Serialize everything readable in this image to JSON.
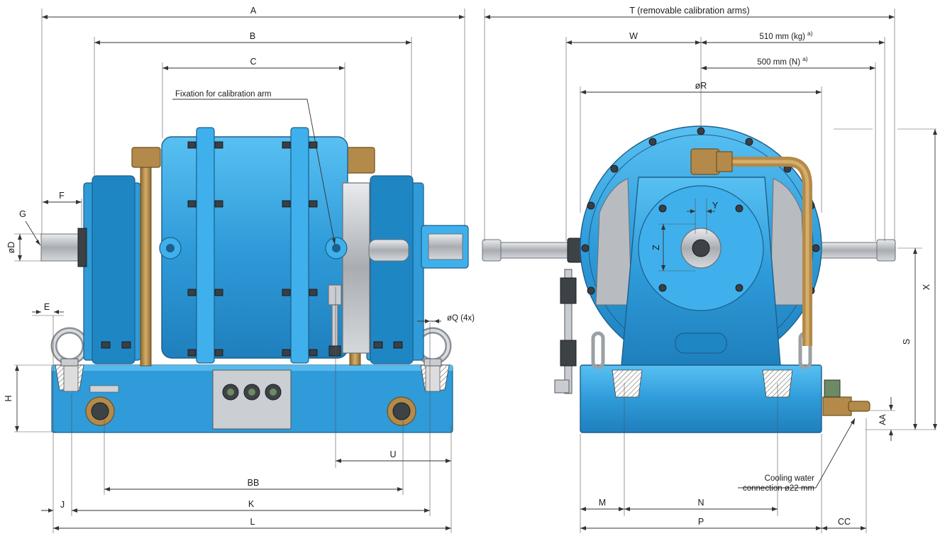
{
  "labels": {
    "a": "A",
    "b": "B",
    "c": "C",
    "fixation": "Fixation for calibration arm",
    "f": "F",
    "g": "G",
    "d": "øD",
    "e": "E",
    "q": "øQ (4x)",
    "h": "H",
    "j": "J",
    "k": "K",
    "l": "L",
    "bb": "BB",
    "u": "U",
    "t": "T (removable calibration arms)",
    "w": "W",
    "kg": "510 mm (kg)",
    "kg_sup": "a)",
    "n_newton": "500 mm (N)",
    "n_sup": "a)",
    "r": "øR",
    "y": "Y",
    "z": "Z",
    "x": "X",
    "s": "S",
    "aa": "AA",
    "cooling_line1": "Cooling water",
    "cooling_line2": "connection ø22 mm",
    "m": "M",
    "n": "N",
    "p": "P",
    "cc": "CC"
  },
  "colors": {
    "body_blue": "#2f9bd9",
    "brass": "#b38a4a",
    "steel": "#c9ccd0"
  }
}
